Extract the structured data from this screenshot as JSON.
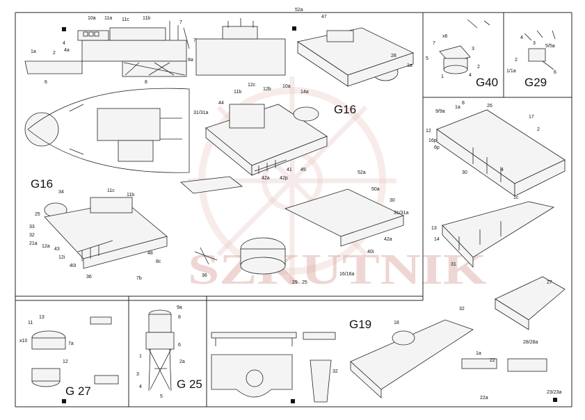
{
  "watermark": "SZKUTNIK",
  "section_labels": {
    "g16_top": "G16",
    "g16_left": "G16",
    "g40": "G40",
    "g29": "G29",
    "g27": "G 27",
    "g25": "G 25",
    "g19": "G19"
  },
  "part_labels": {
    "p10a": "10a",
    "p11a": "11a",
    "p11c": "11c",
    "p11b": "11b",
    "p7": "7",
    "p7a": "7a",
    "p4": "4",
    "p4a": "4a",
    "p1a": "1a",
    "p2": "2",
    "p6": "6",
    "p8": "8",
    "p8a": "8a",
    "p52a": "52a",
    "p47": "47",
    "p28": "28",
    "p1a_r": "1a",
    "p11b_c": "11b",
    "p12c": "12c",
    "p12b": "12b",
    "p10a_c": "10a",
    "p14a": "14a",
    "p3131a": "31/31a",
    "p44": "44",
    "p45": "45",
    "p42a": "42a",
    "p42p": "42p",
    "p41": "41",
    "p34": "34",
    "p25": "25",
    "p33": "33",
    "p32": "32",
    "p21a": "21a",
    "p12a": "12a",
    "p43": "43",
    "p12i": "12i",
    "p40i": "40i",
    "p36": "36",
    "p7b": "7b",
    "p8c": "8c",
    "p48": "48",
    "p11c_l": "11c",
    "p11b_l": "11b",
    "p36_c": "36",
    "p29": "29",
    "p25_c": "25",
    "p30": "30",
    "p3131a_c": "31/31a",
    "p50a": "50a",
    "p52a_c": "52a",
    "p42a_c": "42a",
    "p40i_c": "40i",
    "p16a": "16/16a",
    "g40_x6": "x6",
    "g40_7": "7",
    "g40_5": "5",
    "g40_1": "1",
    "g40_2": "2",
    "g40_3": "3",
    "g40_4": "4",
    "g29_4": "4",
    "g29_3": "3",
    "g29_2": "2",
    "g29_1a": "1/1a",
    "g29_6": "6",
    "g29_55a": "5/5a",
    "r_99a": "9/9a",
    "r_1a": "1a",
    "r_8": "8",
    "r_26": "26",
    "r_17": "17",
    "r_2": "2",
    "r_12": "12",
    "r_16p": "16p",
    "r_6p": "6p",
    "r_30": "30",
    "r_4": "4",
    "r_1c": "1c",
    "r_13": "13",
    "r_14": "14",
    "r_31": "31",
    "r_2823": "28/28a",
    "r_27": "27",
    "g27_11": "11",
    "g27_13": "13",
    "g27_7a": "7a",
    "g27_12": "12",
    "g27_x10": "x10",
    "g25_9a": "9a",
    "g25_8": "8",
    "g25_6": "6",
    "g25_2a": "2a",
    "g25_1": "1",
    "g25_3": "3",
    "g25_4": "4",
    "g25_5": "5",
    "g19_18": "18",
    "g19_32": "32",
    "g19_22": "22",
    "g19_22a": "22a",
    "g19_1a": "1a",
    "g19_2323a": "23/23a"
  }
}
